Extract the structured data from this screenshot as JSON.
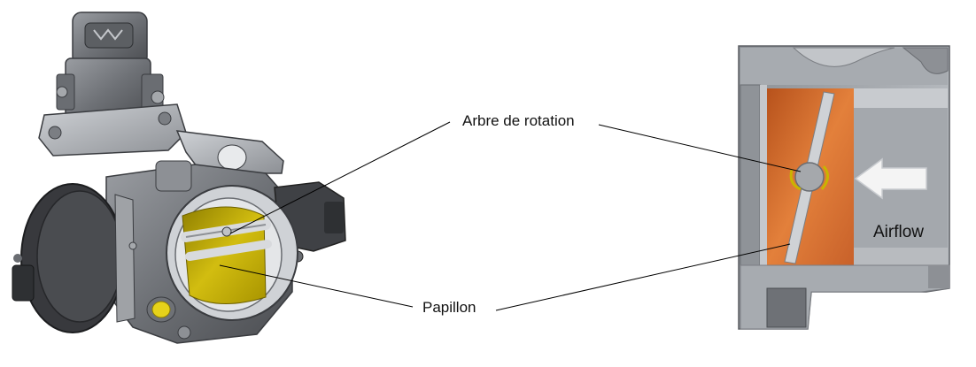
{
  "labels": {
    "rotation_shaft": "Arbre de rotation",
    "throttle_plate": "Papillon",
    "airflow": "Airflow"
  },
  "colors": {
    "metal_dark": "#4a4c50",
    "metal_mid": "#7b7e83",
    "metal_light": "#b9bcc0",
    "plate_yellow": "#c9b400",
    "section_copper": "#d56a28",
    "section_gray": "#9a9ea3",
    "arrow_white": "#f4f4f4",
    "leader_line": "#000000"
  },
  "icons": {
    "left_view": "throttle-body-render",
    "right_view": "throttle-body-cross-section",
    "arrow": "airflow-arrow"
  }
}
